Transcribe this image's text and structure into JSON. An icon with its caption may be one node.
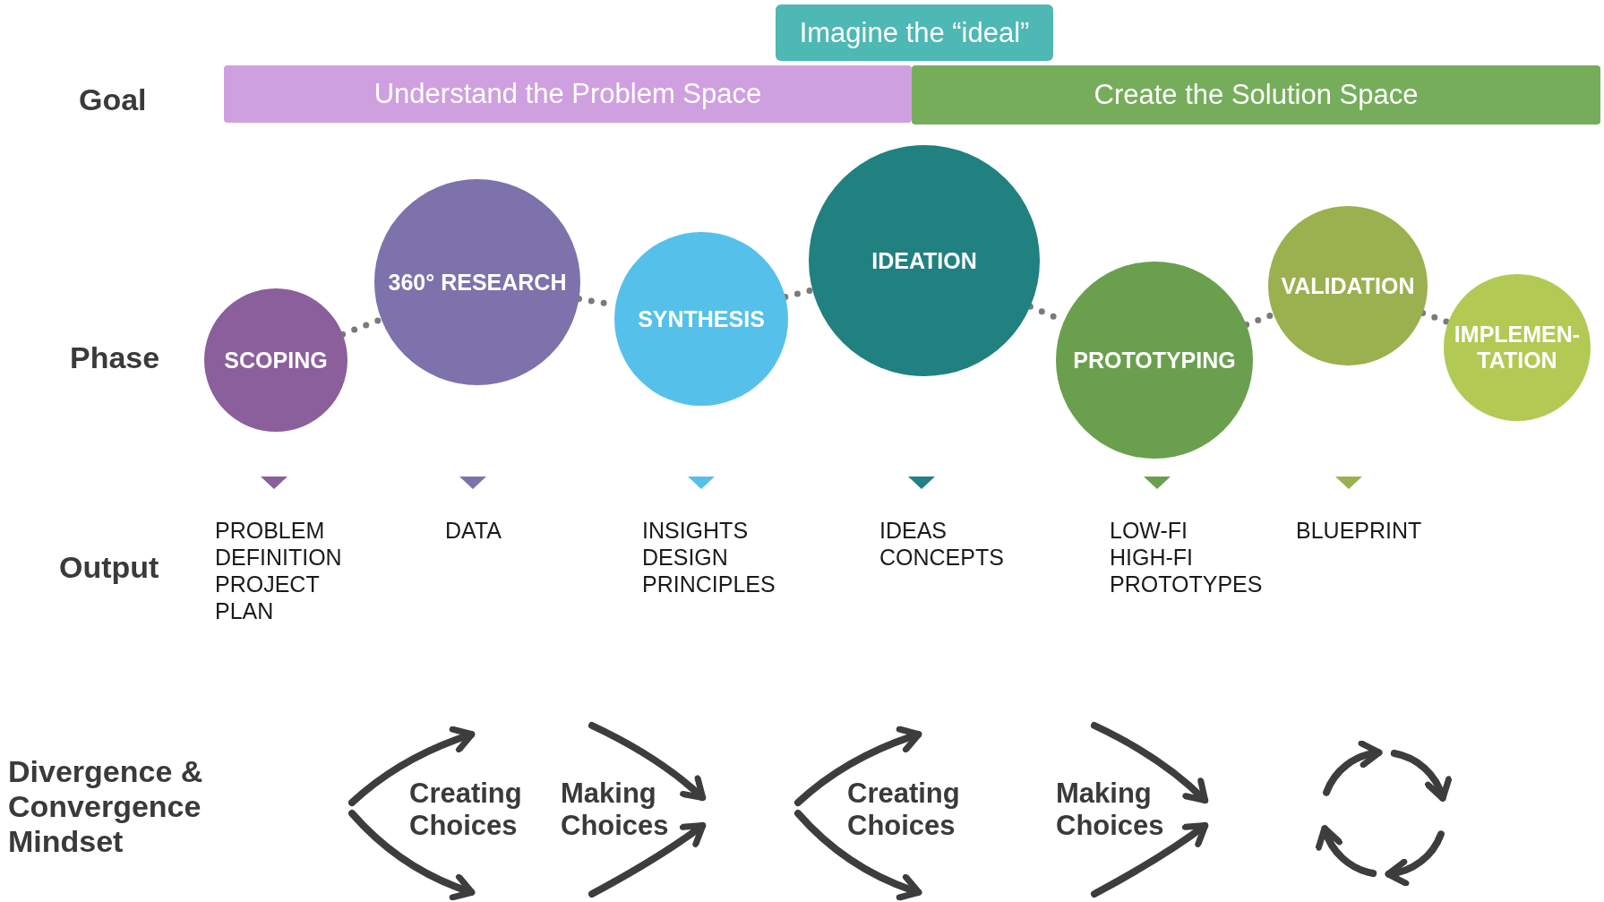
{
  "diagram": {
    "nodes": [
      {
        "text": [
          "Imagine the “ideal”"
        ]
      },
      {
        "text": [
          "Understand the Problem Space"
        ]
      },
      {
        "text": [
          "Create the Solution Space"
        ]
      },
      {
        "text": [
          "SCOPING"
        ]
      },
      {
        "text": [
          "360° RESEARCH"
        ]
      },
      {
        "text": [
          "SYNTHESIS"
        ]
      },
      {
        "text": [
          "IDEATION"
        ]
      },
      {
        "text": [
          "PROTOTYPING"
        ]
      },
      {
        "text": [
          "VALIDATION"
        ]
      },
      {
        "text": [
          "IMPLEMEN- TATION"
        ]
      }
    ],
    "edges": [
      {
        "from": 3,
        "to": 4,
        "arrow": "none",
        "style": "dashed"
      },
      {
        "from": 4,
        "to": 5,
        "arrow": "none",
        "style": "dashed"
      },
      {
        "from": 5,
        "to": 6,
        "arrow": "none",
        "style": "dashed"
      },
      {
        "from": 6,
        "to": 7,
        "arrow": "none",
        "style": "dashed"
      },
      {
        "from": 7,
        "to": 8,
        "arrow": "none",
        "style": "dashed"
      },
      {
        "from": 8,
        "to": 9,
        "arrow": "none",
        "style": "dashed"
      }
    ],
    "labels": [
      "Goal",
      "Phase",
      "Output",
      "PROBLEM DEFINITION",
      "PROJECT PLAN",
      "DATA",
      "INSIGHTS",
      "DESIGN PRINCIPLES",
      "IDEAS",
      "CONCEPTS",
      "LOW-FI HIGH-FI PROTOTYPES",
      "BLUEPRINT",
      "Divergence & Convergence Mindset",
      "Creating Choices",
      "Making Choices",
      "Creating Choices",
      "Making Choices"
    ]
  }
}
